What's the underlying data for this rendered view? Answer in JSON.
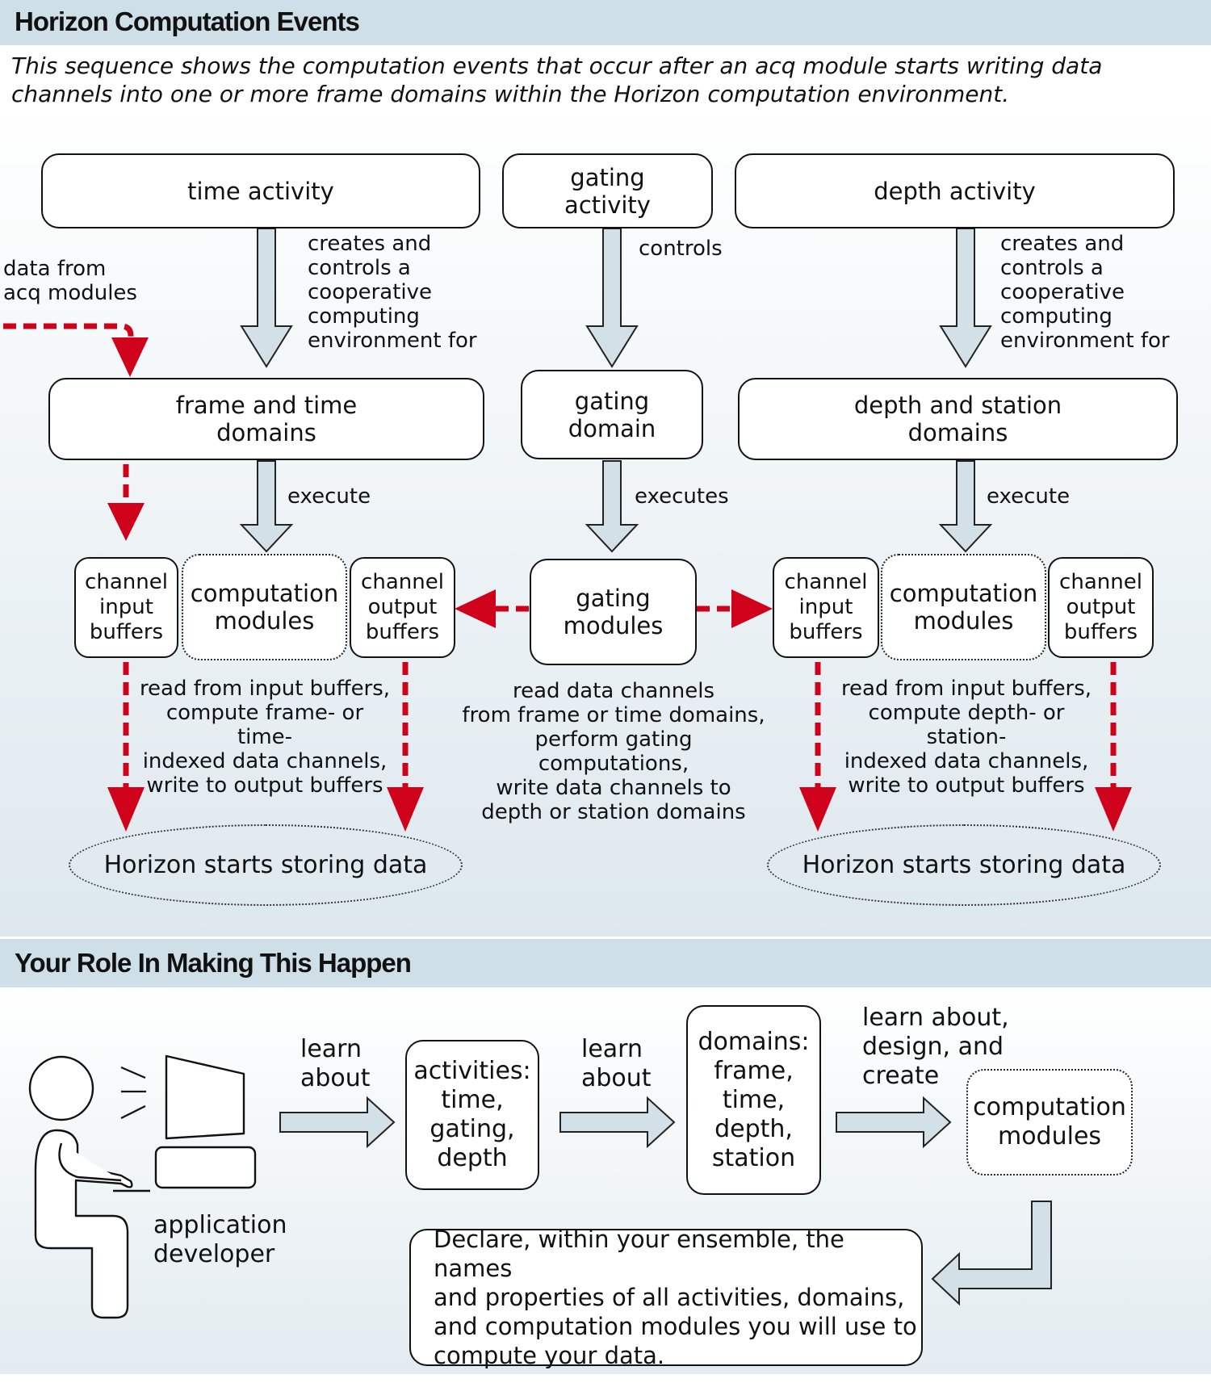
{
  "section1": {
    "title": "Horizon Computation Events",
    "intro": "This sequence shows the computation events that occur after an acq module starts writing data channels into one or more frame domains within the Horizon computation environment."
  },
  "activities": {
    "time": "time activity",
    "gating": "gating\nactivity",
    "depth": "depth activity"
  },
  "activity_labels": {
    "time": "creates and\ncontrols a\ncooperative\ncomputing\nenvironment for",
    "gating": "controls",
    "depth": "creates and\ncontrols a\ncooperative\ncomputing\nenvironment for",
    "acq": "data from\nacq modules"
  },
  "domains": {
    "frame_time": "frame and time\ndomains",
    "gating": "gating\ndomain",
    "depth_station": "depth and station\ndomains"
  },
  "domain_labels": {
    "left": "execute",
    "center": "executes",
    "right": "execute"
  },
  "modules": {
    "left_input": "channel\ninput\nbuffers",
    "left_computation": "computation\nmodules",
    "left_output": "channel\noutput\nbuffers",
    "gating": "gating\nmodules",
    "right_input": "channel\ninput\nbuffers",
    "right_computation": "computation\nmodules",
    "right_output": "channel\noutput\nbuffers"
  },
  "process_labels": {
    "left": "read from input buffers,\ncompute frame- or time-\nindexed data channels,\nwrite to output buffers",
    "center": "read data channels\nfrom frame or time domains,\nperform gating computations,\nwrite data channels to\ndepth or station domains",
    "right": "read from input buffers,\ncompute depth- or station-\nindexed data channels,\nwrite to output buffers"
  },
  "storage": {
    "left": "Horizon starts storing data",
    "right": "Horizon starts storing data"
  },
  "section2": {
    "title": "Your Role In Making This Happen",
    "developer": "application\ndeveloper",
    "learn1": "learn\nabout",
    "activities_box": "activities:\ntime,\ngating,\ndepth",
    "learn2": "learn\nabout",
    "domains_box": "domains:\nframe,\ntime,\ndepth,\nstation",
    "learn3": "learn about,\ndesign, and\ncreate",
    "computation_box": "computation\nmodules",
    "declare": "Declare, within your ensemble, the names\nand properties of all activities, domains,\nand computation modules you will use to\ncompute your data."
  },
  "colors": {
    "header_bar": "#cfdfe8",
    "arrow_fill": "#d4e0e7",
    "dashed_arrow": "#d0021b",
    "background_gradient_top": "#ffffff",
    "background_gradient_bottom": "#dfe9ef"
  }
}
